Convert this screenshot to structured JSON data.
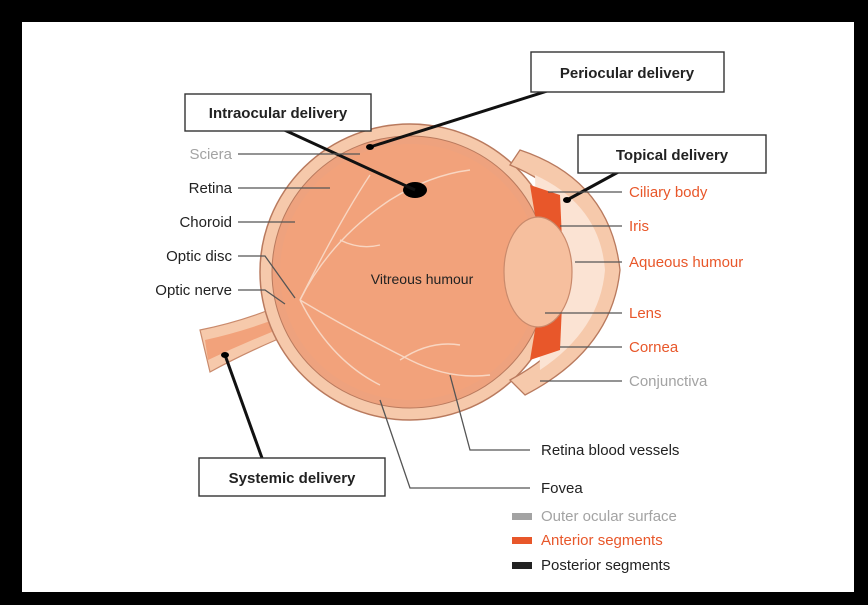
{
  "delivery_routes": {
    "intraocular": "Intraocular delivery",
    "periocular": "Periocular delivery",
    "topical": "Topical delivery",
    "systemic": "Systemic delivery"
  },
  "structures_left": {
    "sclera": "Sciera",
    "retina": "Retina",
    "choroid": "Choroid",
    "optic_disc": "Optic disc",
    "optic_nerve": "Optic nerve"
  },
  "structures_right": {
    "ciliary_body": "Ciliary body",
    "iris": "Iris",
    "aqueous_humour": "Aqueous humour",
    "lens": "Lens",
    "cornea": "Cornea",
    "conjunctiva": "Conjunctiva"
  },
  "structures_bottom": {
    "retina_blood_vessels": "Retina blood vessels",
    "fovea": "Fovea"
  },
  "vitreous_humour": "Vitreous humour",
  "legend": [
    {
      "label": "Outer ocular surface",
      "color": "#a3a3a3"
    },
    {
      "label": "Anterior segments",
      "color": "#e8572a"
    },
    {
      "label": "Posterior segments",
      "color": "#222222"
    }
  ],
  "colors": {
    "eye_body": "#f2a27b",
    "eye_outer": "#f6c9ab",
    "grey_text": "#a3a3a3",
    "red_text": "#e8572a"
  }
}
